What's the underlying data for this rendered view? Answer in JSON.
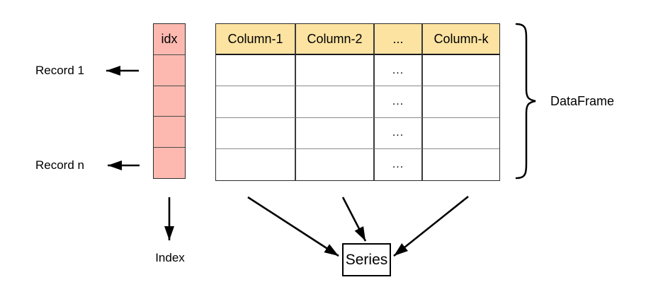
{
  "diagram": {
    "title_hint": "DataFrame structure diagram",
    "index_column": {
      "header": "idx",
      "row_count": 4
    },
    "table": {
      "columns": [
        "Column-1",
        "Column-2",
        "...",
        "Column-k"
      ],
      "dots": "...",
      "row_count": 4
    },
    "labels": {
      "record_first": "Record 1",
      "record_last": "Record n",
      "index": "Index",
      "dataframe": "DataFrame",
      "series": "Series"
    },
    "colors": {
      "index_fill": "#FDB9B0",
      "header_fill": "#FCE3A1",
      "line": "#000000"
    }
  }
}
